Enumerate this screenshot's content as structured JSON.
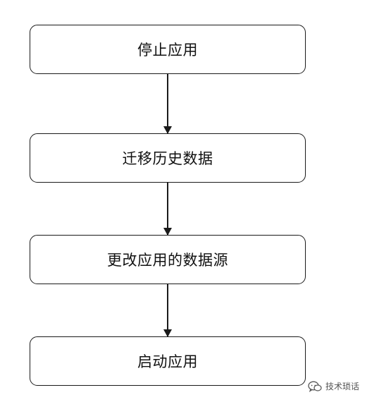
{
  "flowchart": {
    "steps": [
      {
        "label": "停止应用"
      },
      {
        "label": "迁移历史数据"
      },
      {
        "label": "更改应用的数据源"
      },
      {
        "label": "启动应用"
      }
    ]
  },
  "watermark": {
    "text": "技术琐话",
    "icon": "wechat-icon",
    "color": "#555555"
  },
  "colors": {
    "stroke": "#1a1a1a",
    "text": "#111111",
    "background": "#ffffff"
  }
}
